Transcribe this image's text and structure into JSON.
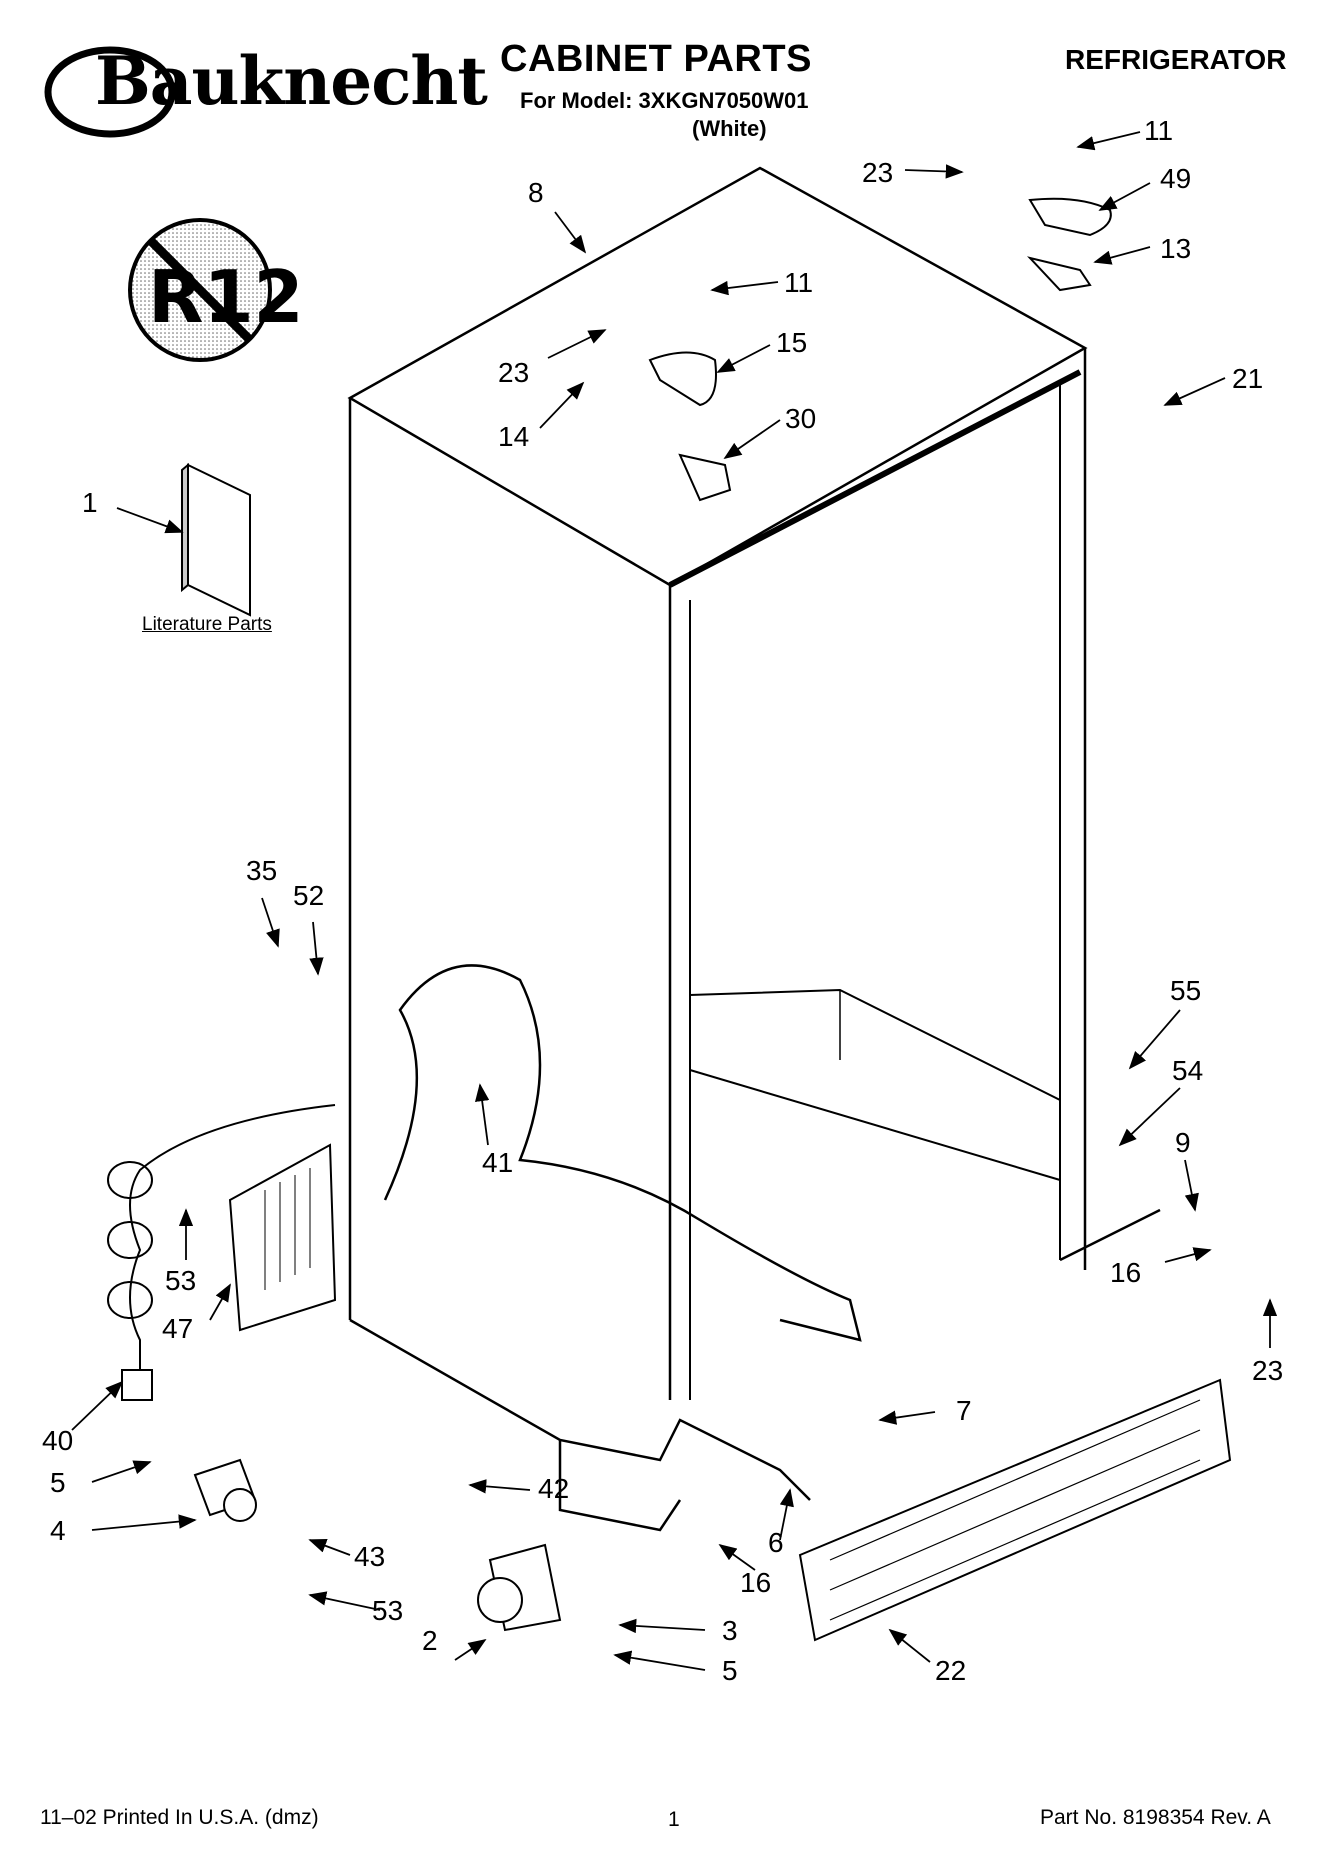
{
  "header": {
    "brand": "Bauknecht",
    "title": "CABINET PARTS",
    "model_line": "For Model: 3XKGN7050W01",
    "color_line": "(White)",
    "category": "REFRIGERATOR"
  },
  "badge": {
    "text": "R12",
    "icon": "no-r12-icon"
  },
  "literature_label": "Literature Parts",
  "footer": {
    "printed": "11–02 Printed In U.S.A. (dmz)",
    "page": "1",
    "part_no": "Part No. 8198354 Rev. A"
  },
  "callouts": [
    "8",
    "23",
    "11",
    "49",
    "13",
    "11",
    "15",
    "23",
    "14",
    "30",
    "21",
    "1",
    "35",
    "52",
    "55",
    "54",
    "41",
    "9",
    "53",
    "47",
    "16",
    "23",
    "40",
    "7",
    "5",
    "42",
    "4",
    "43",
    "6",
    "16",
    "53",
    "3",
    "2",
    "5",
    "22"
  ]
}
